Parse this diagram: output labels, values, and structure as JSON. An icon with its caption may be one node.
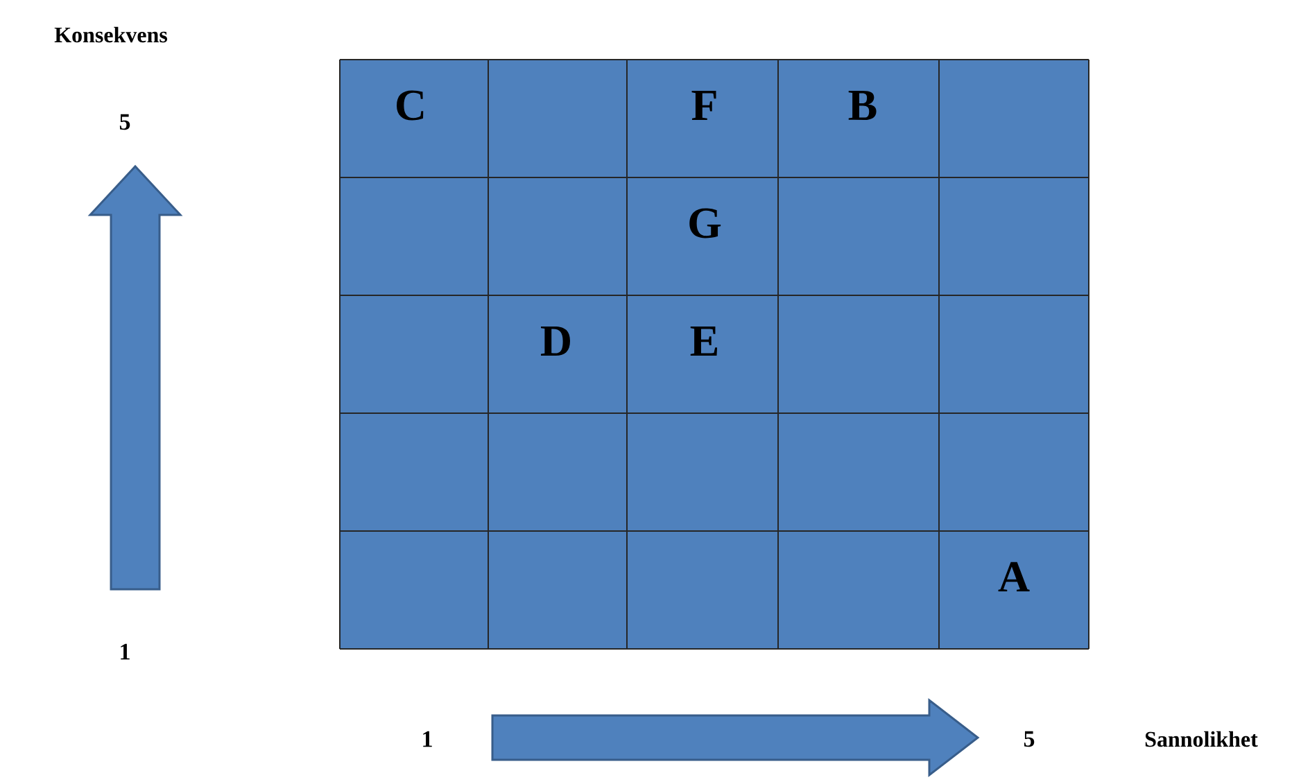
{
  "diagram": {
    "labels": [
      "Konsekvens",
      "5",
      "C",
      "F",
      "B",
      "G",
      "D",
      "E",
      "1",
      "A",
      "1",
      "5",
      "Sannolikhet"
    ]
  }
}
